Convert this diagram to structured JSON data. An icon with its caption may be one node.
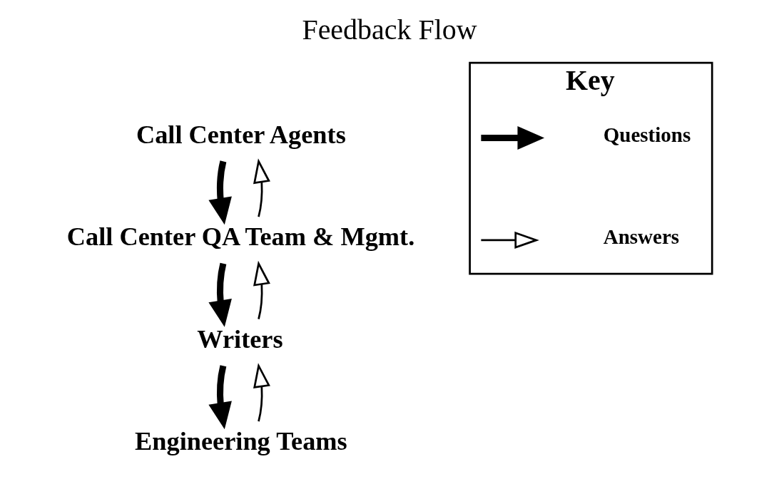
{
  "diagram": {
    "title": "Feedback Flow",
    "nodes": [
      {
        "text": [
          "Call Center Agents"
        ]
      },
      {
        "text": [
          "Call Center QA Team & Mgmt."
        ]
      },
      {
        "text": [
          "Writers"
        ]
      },
      {
        "text": [
          "Engineering Teams"
        ]
      },
      {
        "text": [
          "Key"
        ]
      }
    ],
    "edges": [
      {
        "from": 0,
        "to": 1,
        "arrow": "to",
        "style": "thick"
      },
      {
        "from": 1,
        "to": 0,
        "arrow": "to"
      },
      {
        "from": 1,
        "to": 2,
        "arrow": "to",
        "style": "thick"
      },
      {
        "from": 2,
        "to": 1,
        "arrow": "to"
      },
      {
        "from": 2,
        "to": 3,
        "arrow": "to",
        "style": "thick"
      },
      {
        "from": 3,
        "to": 2,
        "arrow": "to"
      }
    ],
    "legend": [
      {
        "text": "Questions"
      },
      {
        "text": "Answers"
      }
    ]
  }
}
